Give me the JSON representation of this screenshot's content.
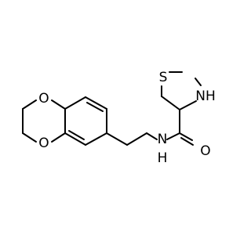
{
  "structure": {
    "atoms": [
      {
        "label": "O",
        "color": "#000000"
      },
      {
        "label": "O",
        "color": "#000000"
      },
      {
        "label": "S",
        "color": "#000000"
      },
      {
        "label": "NH",
        "color": "#000000"
      },
      {
        "label": "O",
        "color": "#000000"
      },
      {
        "label": "N",
        "color": "#000000"
      },
      {
        "label": "H",
        "color": "#000000"
      }
    ]
  },
  "colors": {
    "bond": "#000000",
    "background": "#ffffff"
  }
}
